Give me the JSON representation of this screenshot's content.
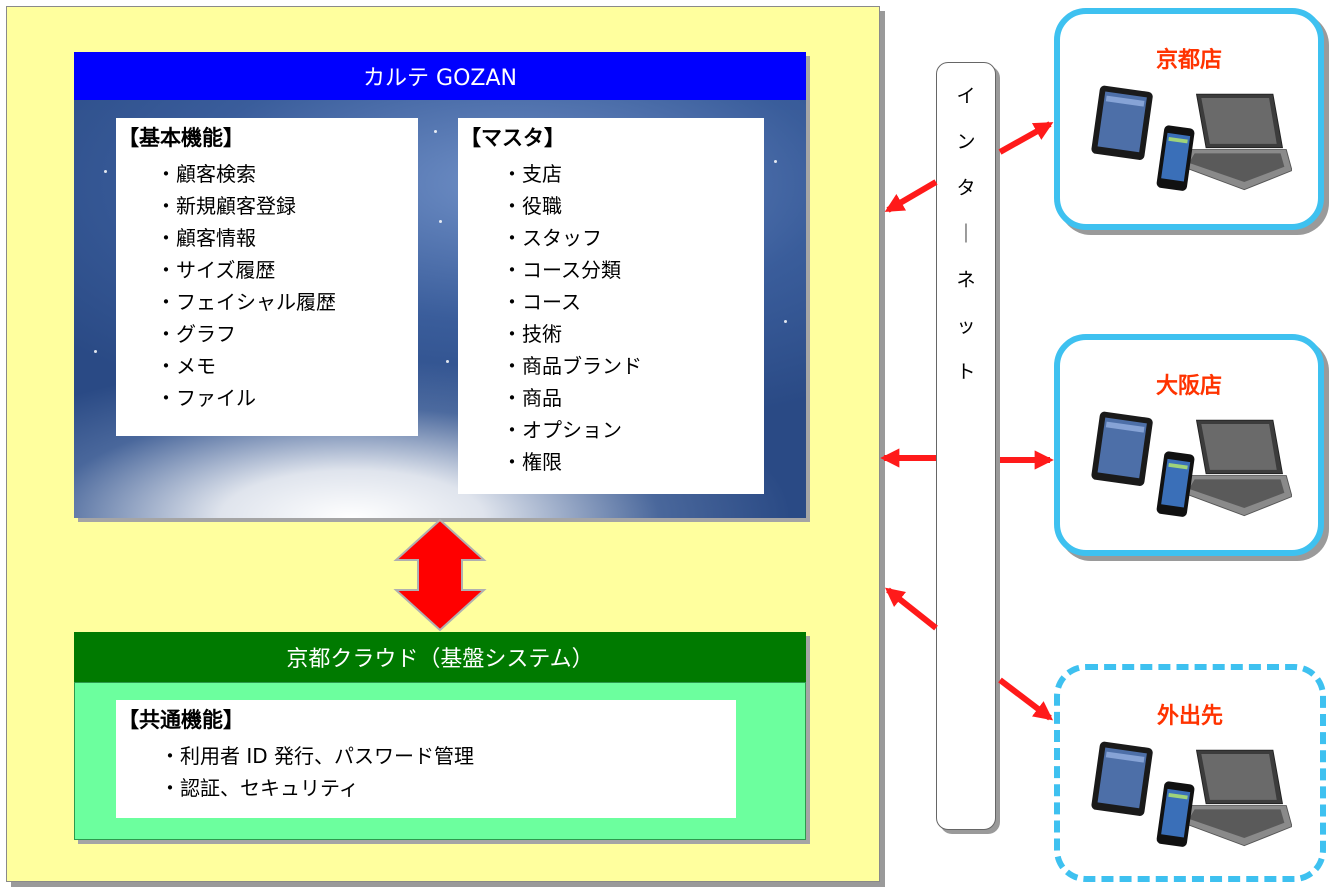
{
  "karte": {
    "title": "カルテ GOZAN",
    "basic": {
      "title": "【基本機能】",
      "items": [
        "・顧客検索",
        "・新規顧客登録",
        "・顧客情報",
        "・サイズ履歴",
        "・フェイシャル履歴",
        "・グラフ",
        "・メモ",
        "・ファイル"
      ]
    },
    "master": {
      "title": "【マスタ】",
      "items": [
        "・支店",
        "・役職",
        "・スタッフ",
        "・コース分類",
        "・コース",
        "・技術",
        "・商品ブランド",
        "・商品",
        "・オプション",
        "・権限"
      ]
    }
  },
  "cloud": {
    "title": "京都クラウド（基盤システム）",
    "common": {
      "title": "【共通機能】",
      "items": [
        "・利用者 ID 発行、パスワード管理",
        "・認証、セキュリティ"
      ]
    }
  },
  "internet": {
    "chars": [
      "イ",
      "ン",
      "タ",
      "｜",
      "ネ",
      "ッ",
      "ト"
    ]
  },
  "branches": [
    {
      "name": "京都店"
    },
    {
      "name": "大阪店"
    },
    {
      "name": "外出先"
    }
  ],
  "colors": {
    "karte_header": "#0000ff",
    "cloud_header": "#007a00",
    "cloud_body": "#6cff9e",
    "panel": "#ffff9e",
    "arrow": "#ff0000",
    "branch_border": "#3ec1f0",
    "branch_title": "#ff3300"
  }
}
